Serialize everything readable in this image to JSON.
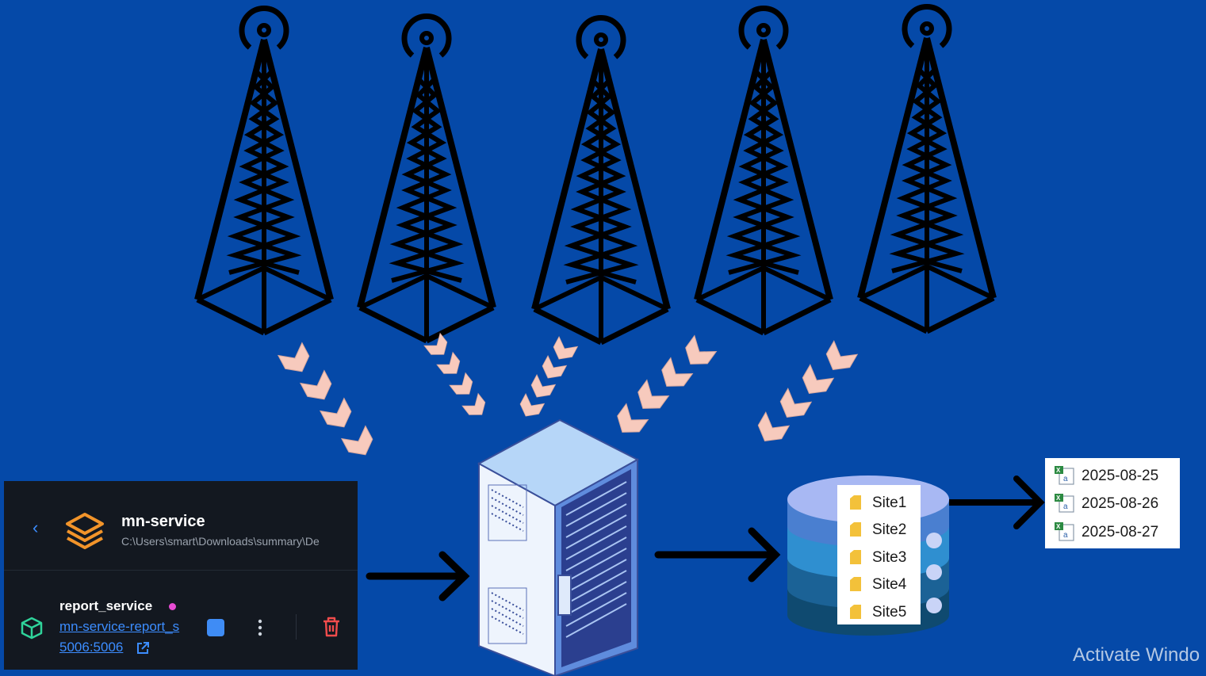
{
  "panel": {
    "project_title": "mn-service",
    "project_path": "C:\\Users\\smart\\Downloads\\summary\\De",
    "service_name": "report_service",
    "container_link": "mn-service-report_s",
    "port_link": "5006:5006",
    "icons": {
      "back": "chevron-left-icon",
      "project": "layers-stack-icon",
      "service": "container-cube-icon",
      "status": "status-dot",
      "external": "external-link-icon",
      "action": "blue-square-button",
      "more": "kebab-menu-icon",
      "delete": "trash-icon"
    }
  },
  "database": {
    "folders": [
      "Site1",
      "Site2",
      "Site3",
      "Site4",
      "Site5"
    ]
  },
  "output_files": [
    "2025-08-25",
    "2025-08-26",
    "2025-08-27"
  ],
  "watermark": "Activate Windo",
  "colors": {
    "background": "#0549a8",
    "chevrons": "#f7cabd",
    "db_top": "#a8b8f3",
    "db_mid": "#2f8fd0",
    "db_lower": "#1b6296",
    "db_bottom": "#0f4a70",
    "panel_bg": "#131820",
    "link": "#3c8dff",
    "status_dot": "#e84bd3",
    "trash": "#f24c4c"
  },
  "diagram": {
    "towers": 5,
    "server": "server-rack-icon"
  }
}
